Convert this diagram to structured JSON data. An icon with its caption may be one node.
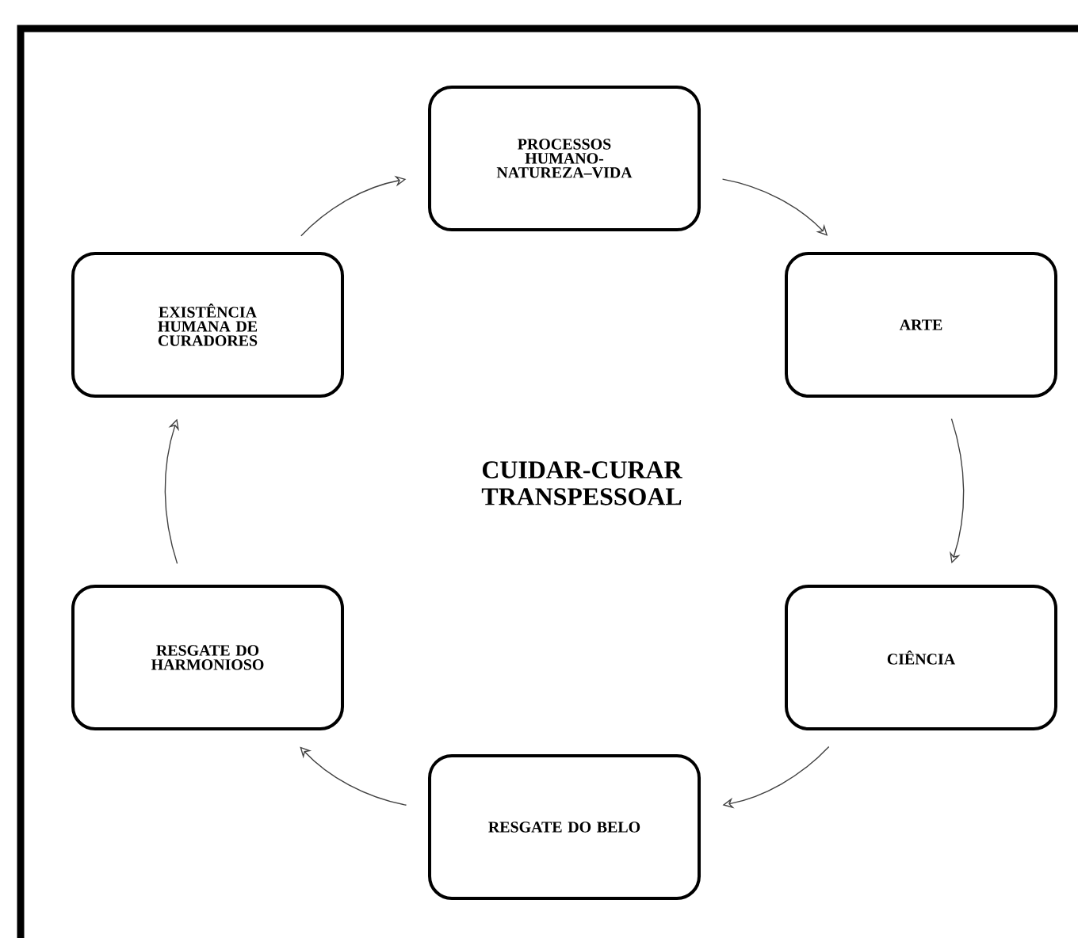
{
  "diagram": {
    "nodes": [
      {
        "text": [
          "PROCESSOS HUMANO-NATUREZA–VIDA"
        ]
      },
      {
        "text": [
          "ARTE"
        ]
      },
      {
        "text": [
          "CIÊNCIA"
        ]
      },
      {
        "text": [
          "RESGATE DO BELO"
        ]
      },
      {
        "text": [
          "RESGATE DO HARMONIOSO"
        ]
      },
      {
        "text": [
          "EXISTÊNCIA HUMANA DE CURADORES"
        ]
      }
    ],
    "edges": [
      {
        "from": 0,
        "to": 1,
        "arrow": "to"
      },
      {
        "from": 1,
        "to": 2,
        "arrow": "to"
      },
      {
        "from": 2,
        "to": 3,
        "arrow": "to"
      },
      {
        "from": 3,
        "to": 4,
        "arrow": "to"
      },
      {
        "from": 4,
        "to": 5,
        "arrow": "to"
      },
      {
        "from": 5,
        "to": 0,
        "arrow": "to"
      }
    ],
    "labels": [
      "CUIDAR-CURAR TRANSPESSOAL"
    ]
  }
}
